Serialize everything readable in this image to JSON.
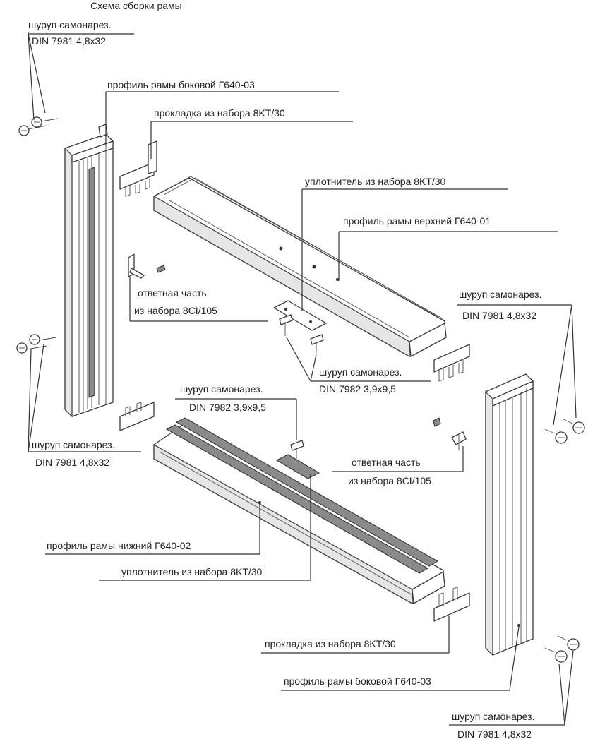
{
  "title": "Схема сборки рамы",
  "labels": {
    "screw_tl_1": "шуруп самонарез.",
    "screw_tl_2": "DIN 7981 4,8x32",
    "side_profile_top": "профиль рамы боковой   Г640-03",
    "gasket_top": "прокладка из набора 8KT/30",
    "seal_top": "уплотнитель из набора 8KT/30",
    "top_profile": "профиль рамы верхний   Г640-01",
    "counter_top_1": "ответная часть",
    "counter_top_2": "из набора 8CI/105",
    "screw_r_1": "шуруп самонарез.",
    "screw_r_2": "DIN 7981 4,8x32",
    "screw_mid_1": "шуруп самонарез.",
    "screw_mid_2": "DIN 7982 3,9x9,5",
    "screw_bl_1": "шуруп самонарез.",
    "screw_bl_2": "DIN 7981 4,8x32",
    "screw_bottom_1": "шуруп самонарез.",
    "screw_bottom_2": "DIN 7982 3,9x9,5",
    "counter_bottom_1": "ответная часть",
    "counter_bottom_2": "из набора 8CI/105",
    "bottom_profile": "профиль рамы нижний    Г640-02",
    "seal_bottom": "уплотнитель из набора 8KT/30",
    "gasket_bottom": "прокладка из набора 8KT/30",
    "side_profile_bottom": "профиль рамы боковой    Г640-03",
    "screw_br_1": "шуруп самонарез.",
    "screw_br_2": "DIN 7981 4,8x32"
  }
}
